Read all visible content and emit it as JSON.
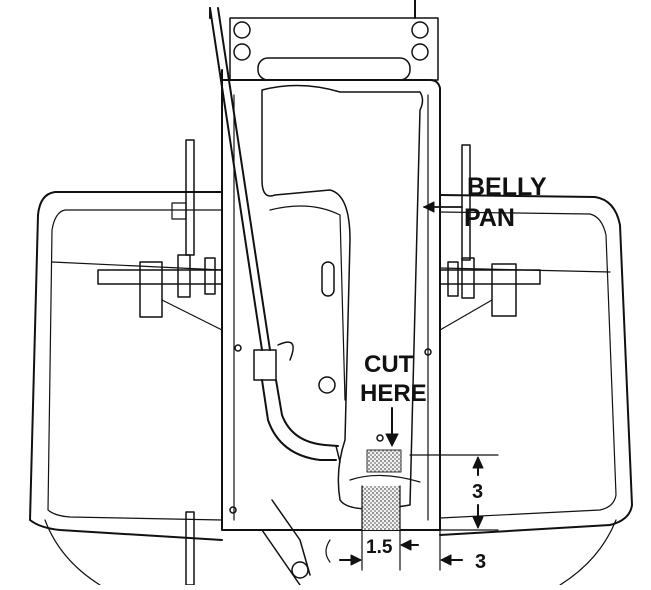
{
  "callouts": {
    "belly_pan_line1": "BELLY",
    "belly_pan_line2": "PAN",
    "cut_here_line1": "CUT",
    "cut_here_line2": "HERE"
  },
  "dimensions": {
    "vertical": "3",
    "width": "1.5",
    "offset": "3"
  },
  "colors": {
    "ink": "#111111",
    "paper": "#ffffff",
    "cut_area": "#c8c8c8"
  }
}
